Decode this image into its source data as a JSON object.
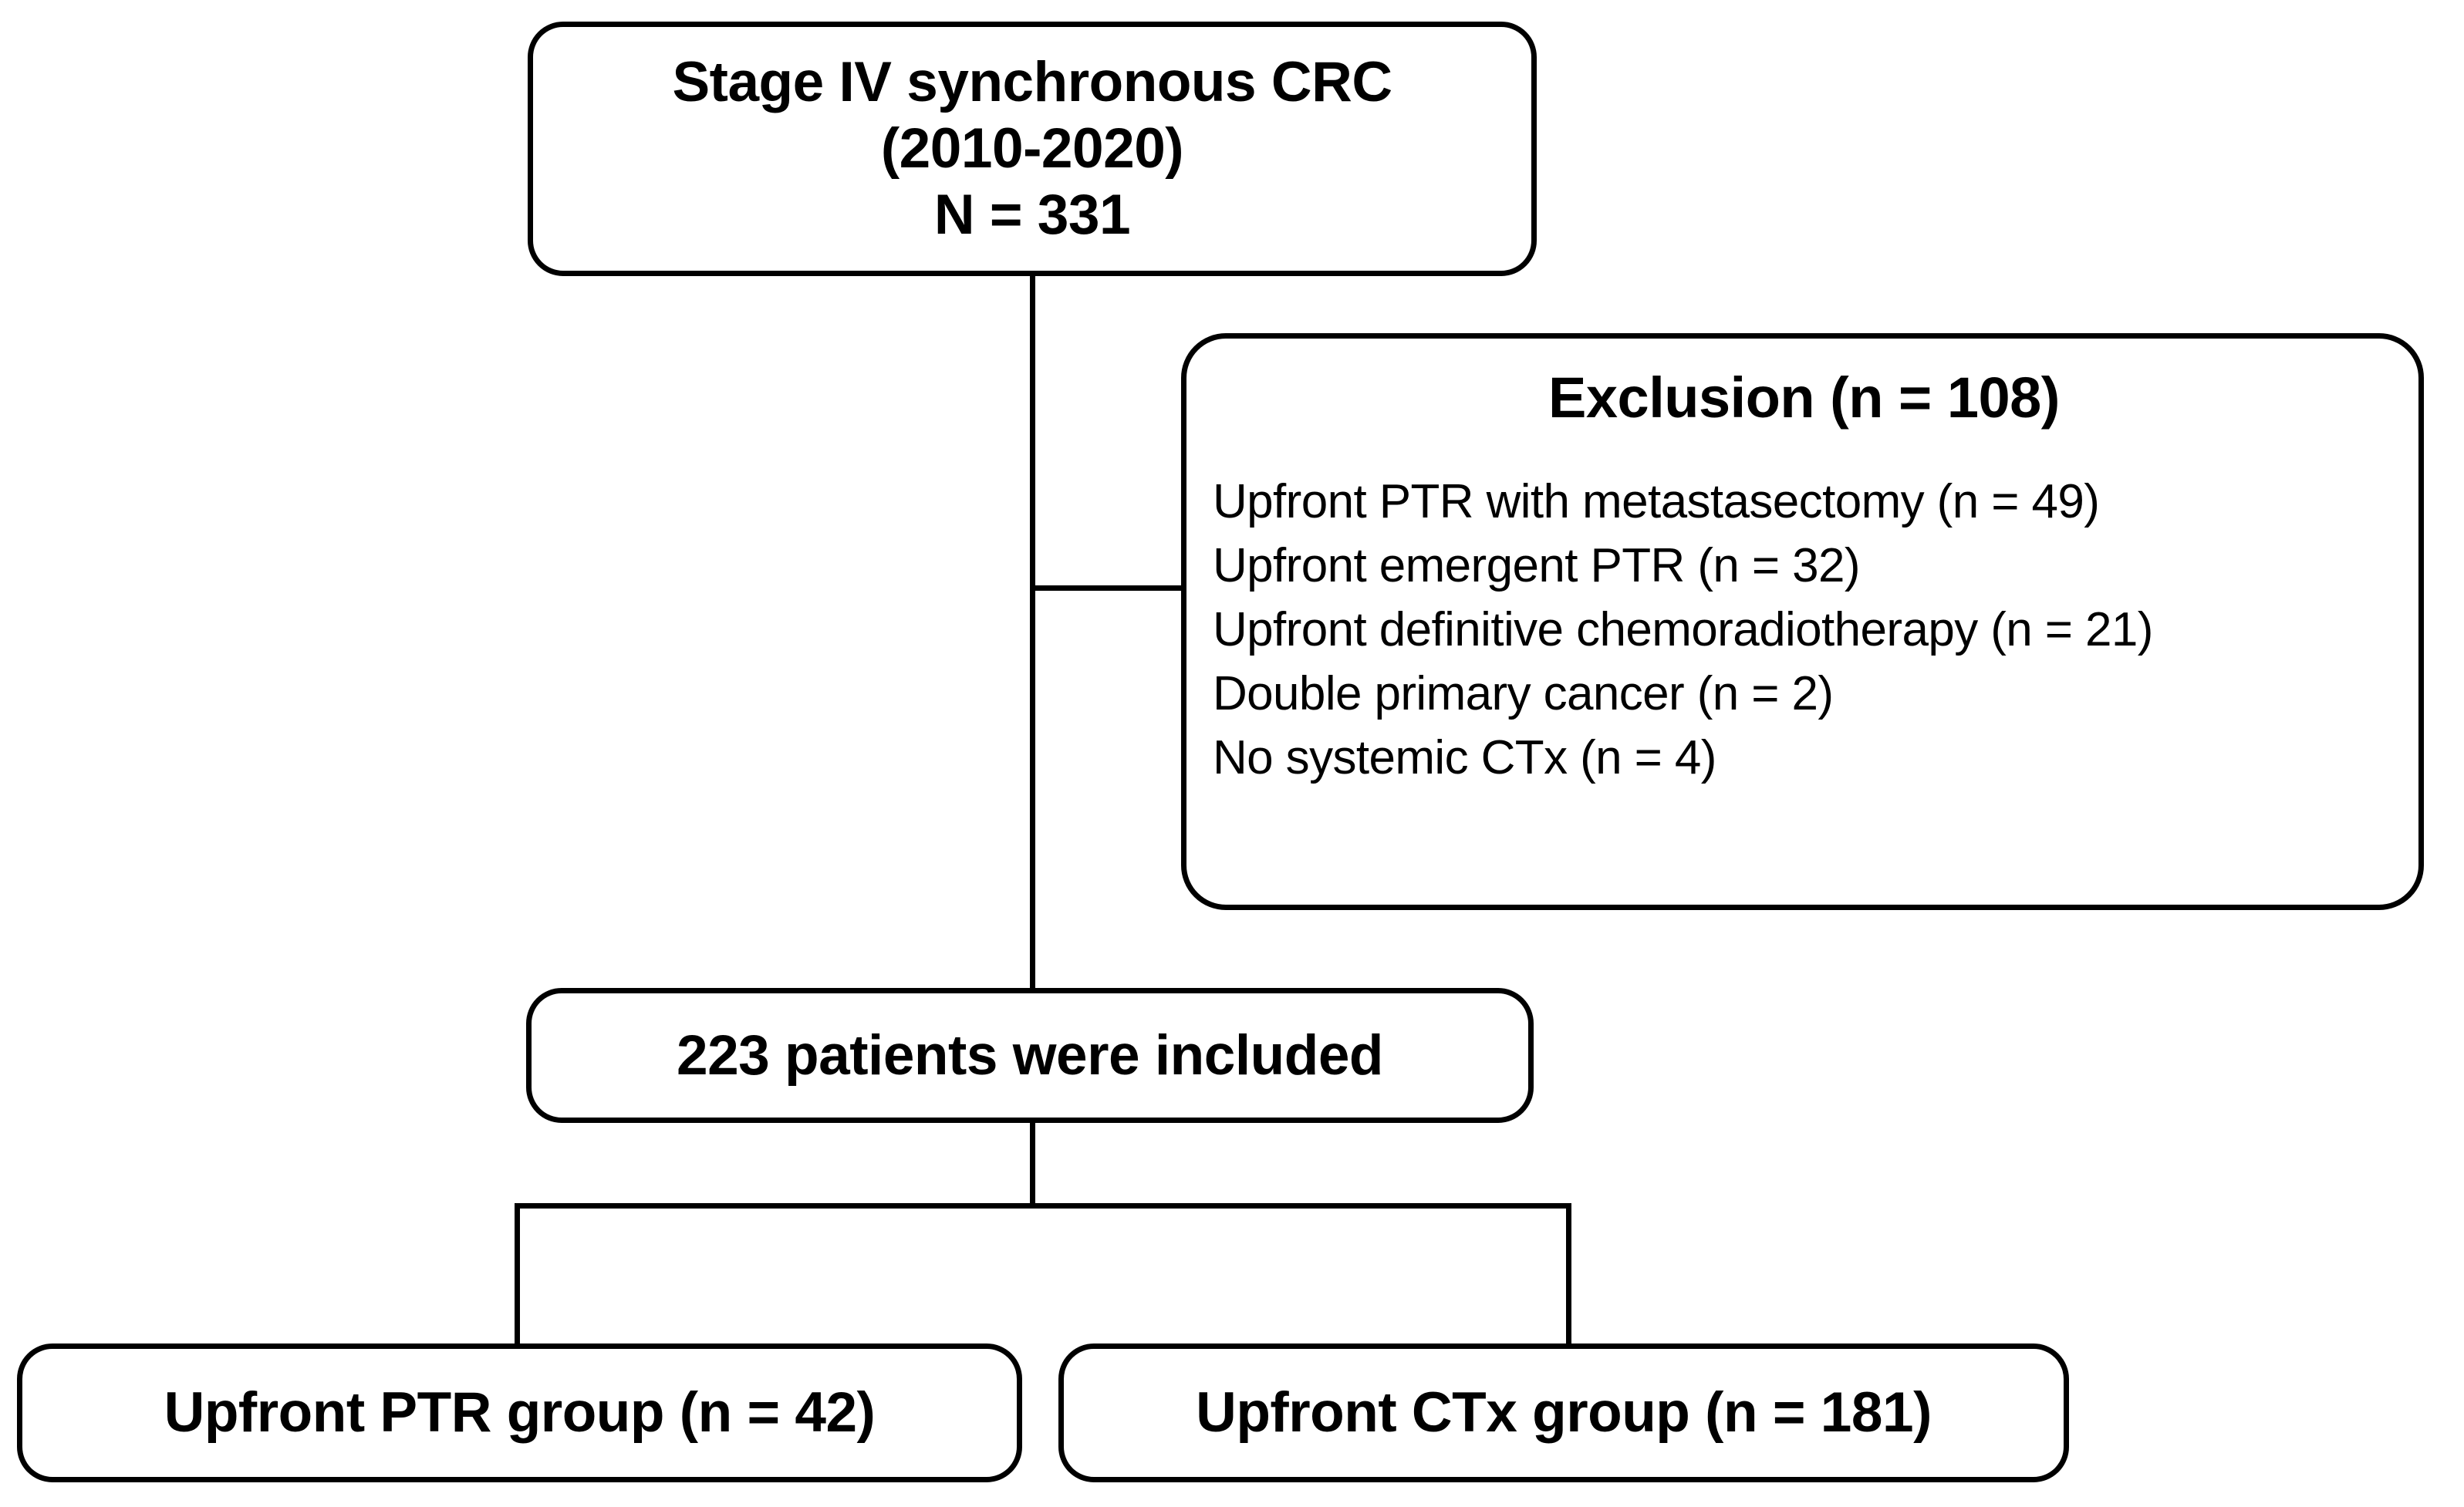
{
  "diagram": {
    "type": "flowchart",
    "title": "Patient selection flow diagram",
    "colors": {
      "stroke": "#000000",
      "background": "#ffffff",
      "text": "#000000"
    }
  },
  "nodes": {
    "top": {
      "lines": [
        "Stage IV synchronous CRC",
        "(2010-2020)",
        "N = 331"
      ],
      "total_n": 331
    },
    "exclusion": {
      "title": "Exclusion (n = 108)",
      "total_n": 108,
      "items": [
        "Upfront PTR with metastasectomy (n = 49)",
        "Upfront emergent PTR (n = 32)",
        "Upfront definitive chemoradiotherapy (n = 21)",
        "Double primary cancer (n = 2)",
        "No systemic CTx (n = 4)"
      ],
      "counts": [
        49,
        32,
        21,
        2,
        4
      ]
    },
    "included": {
      "label": "223 patients were included",
      "n": 223
    },
    "group_ptr": {
      "label": "Upfront PTR group (n = 42)",
      "n": 42
    },
    "group_ctx": {
      "label": "Upfront CTx group (n = 181)",
      "n": 181
    }
  }
}
